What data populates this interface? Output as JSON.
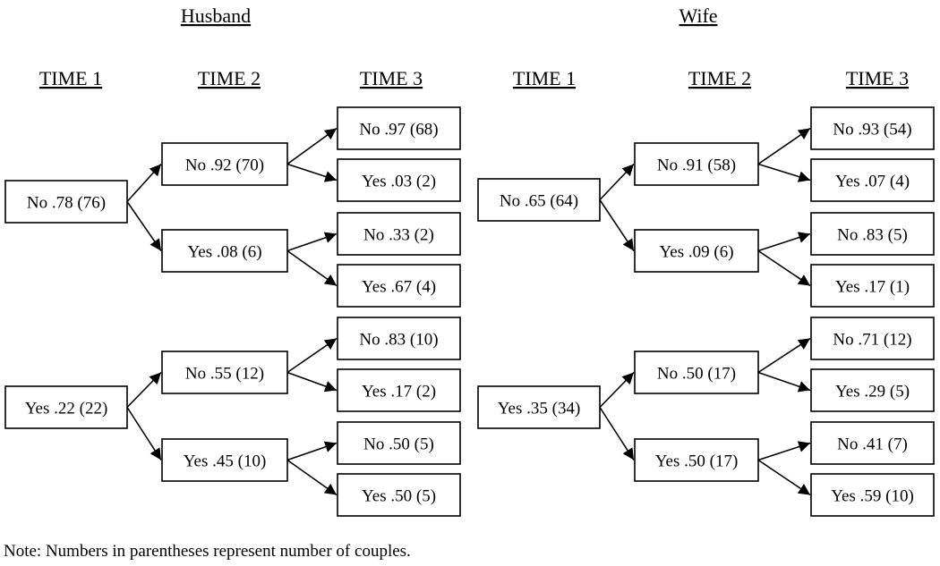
{
  "panels": [
    {
      "title": "Husband",
      "time_labels": [
        "TIME 1",
        "TIME 2",
        "TIME 3"
      ],
      "root": [
        {
          "text": "No .78 (76)",
          "children": [
            {
              "text": "No .92 (70)",
              "children": [
                {
                  "text": "No .97 (68)"
                },
                {
                  "text": "Yes .03 (2)"
                }
              ]
            },
            {
              "text": "Yes .08 (6)",
              "children": [
                {
                  "text": "No .33 (2)"
                },
                {
                  "text": "Yes .67 (4)"
                }
              ]
            }
          ]
        },
        {
          "text": "Yes .22 (22)",
          "children": [
            {
              "text": "No .55 (12)",
              "children": [
                {
                  "text": "No .83 (10)"
                },
                {
                  "text": "Yes .17 (2)"
                }
              ]
            },
            {
              "text": "Yes .45 (10)",
              "children": [
                {
                  "text": "No .50 (5)"
                },
                {
                  "text": "Yes .50 (5)"
                }
              ]
            }
          ]
        }
      ]
    },
    {
      "title": "Wife",
      "time_labels": [
        "TIME 1",
        "TIME 2",
        "TIME 3"
      ],
      "root": [
        {
          "text": "No .65 (64)",
          "children": [
            {
              "text": "No .91 (58)",
              "children": [
                {
                  "text": "No .93 (54)"
                },
                {
                  "text": "Yes .07 (4)"
                }
              ]
            },
            {
              "text": "Yes .09 (6)",
              "children": [
                {
                  "text": "No .83 (5)"
                },
                {
                  "text": "Yes .17 (1)"
                }
              ]
            }
          ]
        },
        {
          "text": "Yes .35 (34)",
          "children": [
            {
              "text": "No .50 (17)",
              "children": [
                {
                  "text": "No .71 (12)"
                },
                {
                  "text": "Yes .29 (5)"
                }
              ]
            },
            {
              "text": "Yes .50 (17)",
              "children": [
                {
                  "text": "No .41 (7)"
                },
                {
                  "text": "Yes .59 (10)"
                }
              ]
            }
          ]
        }
      ]
    }
  ],
  "note": "Note: Numbers in parentheses represent number of couples."
}
